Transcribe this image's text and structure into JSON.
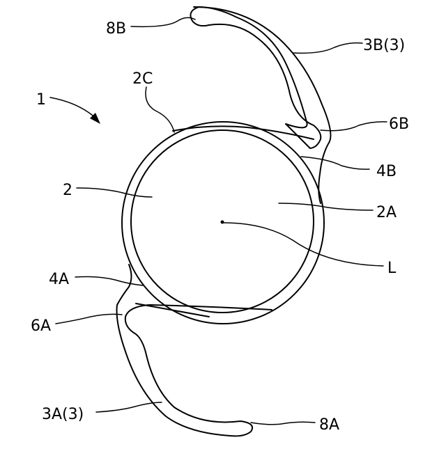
{
  "figure": {
    "labels": {
      "lens_assembly": "1",
      "optic": "2",
      "optic_center_region": "2A",
      "optic_edge": "2C",
      "haptic_a": "3A(3)",
      "haptic_b": "3B(3)",
      "base_a": "4A",
      "base_b": "4B",
      "joint_a": "6A",
      "joint_b": "6B",
      "tip_a": "8A",
      "tip_b": "8B",
      "optical_axis": "L"
    }
  }
}
